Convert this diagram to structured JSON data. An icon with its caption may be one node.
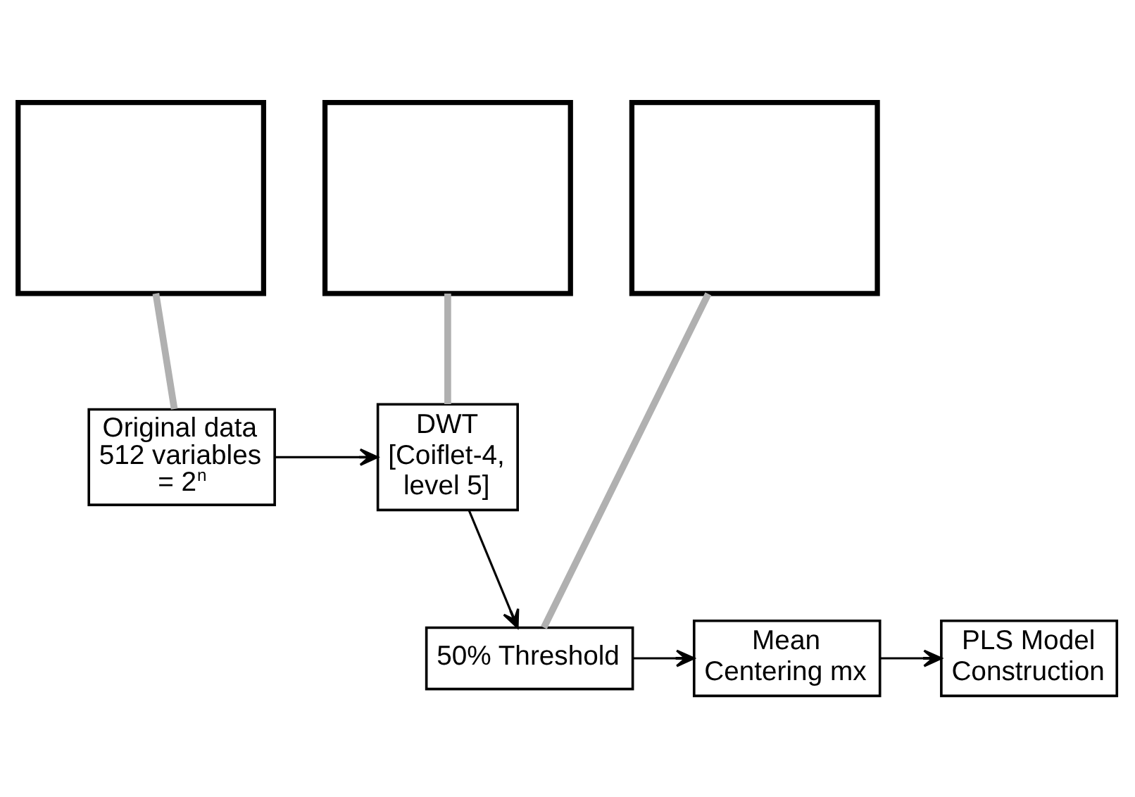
{
  "diagram": {
    "nodes": [
      {
        "text": [],
        "shape": "box"
      },
      {
        "text": [],
        "shape": "box"
      },
      {
        "text": [],
        "shape": "box"
      },
      {
        "text": [
          "Original data 512 variables = 2$^{n}$"
        ]
      },
      {
        "text": [
          "DWT [Coiflet-4, level 5]"
        ]
      },
      {
        "text": [
          "50% Threshold"
        ]
      },
      {
        "text": [
          "Mean Centering mx"
        ]
      },
      {
        "text": [
          "PLS Model Construction"
        ]
      }
    ],
    "edges": [
      {
        "from": 0,
        "to": 3,
        "arrow": "none",
        "style": "thick",
        "color": "#b0b0b0"
      },
      {
        "from": 1,
        "to": 4,
        "arrow": "none",
        "style": "thick",
        "color": "#b0b0b0"
      },
      {
        "from": 2,
        "to": 5,
        "arrow": "none",
        "style": "thick",
        "color": "#b0b0b0"
      },
      {
        "from": 3,
        "to": 4,
        "arrow": "to"
      },
      {
        "from": 4,
        "to": 5,
        "arrow": "to"
      },
      {
        "from": 5,
        "to": 6,
        "arrow": "to"
      },
      {
        "from": 6,
        "to": 7,
        "arrow": "to"
      }
    ]
  }
}
